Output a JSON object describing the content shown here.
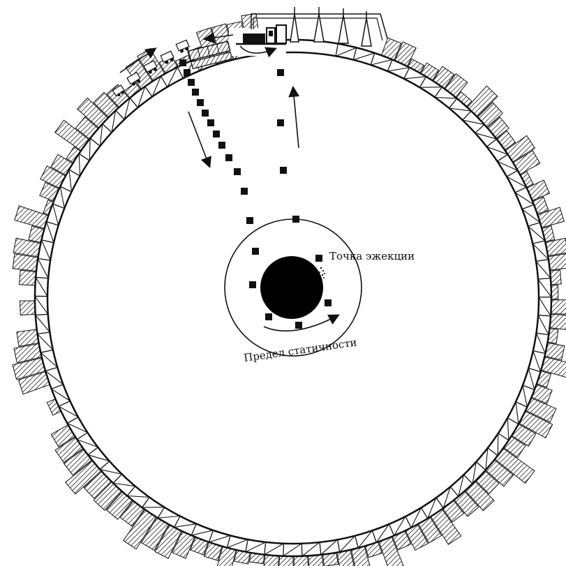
{
  "labels": {
    "ejection_point": "Точка эжекции",
    "static_limit": "Предел статичности"
  },
  "colors": {
    "ink": "#111111",
    "paper": "#ffffff",
    "hatch": "#222222"
  },
  "icons": {
    "central_mass": "black-hole-disc",
    "truss": "lattice-ring",
    "vehicles": "truck-convoy",
    "train": "rail-wagons",
    "towers": "launch-towers"
  }
}
